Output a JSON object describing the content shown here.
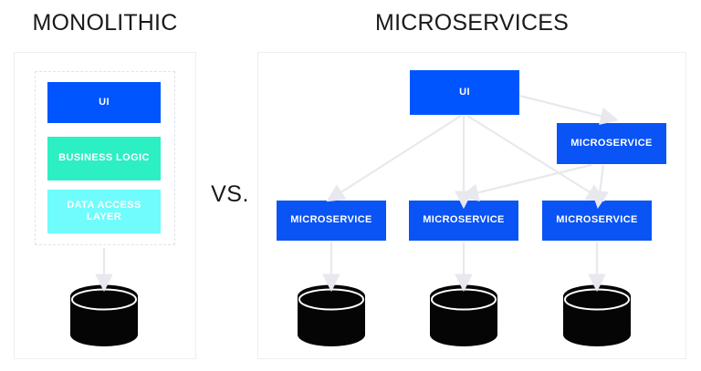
{
  "diagram": {
    "background_color": "#ffffff",
    "panel_border_color": "#eeeef3",
    "dashed_border_color": "#e2e2ea",
    "arrow_color": "#e8e8ee",
    "database_color": "#000000",
    "separator_label": "VS."
  },
  "monolithic": {
    "title": "MONOLITHIC",
    "layers": [
      {
        "label": "UI",
        "color": "#0055ff",
        "text_color": "#ffffff"
      },
      {
        "label": "BUSINESS LOGIC",
        "color": "#2defc4",
        "text_color": "#ffffff"
      },
      {
        "label": "DATA ACCESS LAYER",
        "color": "#70fcfc",
        "text_color": "#ffffff"
      }
    ],
    "database": {
      "name": "database-cylinder",
      "color": "#000000"
    },
    "connections": [
      {
        "from": "data-access-layer",
        "to": "database"
      }
    ]
  },
  "microservices": {
    "title": "MICROSERVICES",
    "nodes": [
      {
        "id": "ui",
        "label": "UI",
        "color": "#0055ff",
        "text_color": "#ffffff"
      },
      {
        "id": "ms-top-right",
        "label": "MICROSERVICE",
        "color": "#0a53f5",
        "text_color": "#ffffff"
      },
      {
        "id": "ms-1",
        "label": "MICROSERVICE",
        "color": "#0a53f5",
        "text_color": "#ffffff"
      },
      {
        "id": "ms-2",
        "label": "MICROSERVICE",
        "color": "#0a53f5",
        "text_color": "#ffffff"
      },
      {
        "id": "ms-3",
        "label": "MICROSERVICE",
        "color": "#0a53f5",
        "text_color": "#ffffff"
      }
    ],
    "databases": [
      {
        "id": "db-ms-1",
        "color": "#000000"
      },
      {
        "id": "db-ms-2",
        "color": "#000000"
      },
      {
        "id": "db-ms-3",
        "color": "#000000"
      }
    ],
    "connections": [
      {
        "from": "ui",
        "to": "ms-1"
      },
      {
        "from": "ui",
        "to": "ms-2"
      },
      {
        "from": "ui",
        "to": "ms-3"
      },
      {
        "from": "ui",
        "to": "ms-top-right"
      },
      {
        "from": "ms-top-right",
        "to": "ms-2"
      },
      {
        "from": "ms-top-right",
        "to": "ms-3"
      },
      {
        "from": "ms-1",
        "to": "db-ms-1"
      },
      {
        "from": "ms-2",
        "to": "db-ms-2"
      },
      {
        "from": "ms-3",
        "to": "db-ms-3"
      }
    ]
  }
}
